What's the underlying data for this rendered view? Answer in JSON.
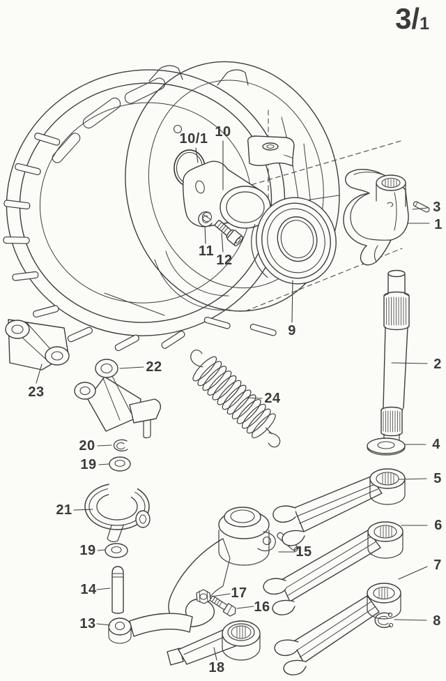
{
  "page": {
    "sheet_number": "3/1",
    "sheet_number_main": "3/",
    "sheet_number_sub": "1"
  },
  "diagram": {
    "type": "exploded-parts-illustration",
    "subject": "Clutch release mechanism with bell housing, guide tube, release bearing, release shaft and levers",
    "colors": {
      "background": "#fbfbf8",
      "line": "#3d3d3d"
    },
    "callouts": [
      {
        "part": "10/1",
        "label": "10/1"
      },
      {
        "part": "10",
        "label": "10"
      },
      {
        "part": "11",
        "label": "11"
      },
      {
        "part": "12",
        "label": "12"
      },
      {
        "part": "9",
        "label": "9"
      },
      {
        "part": "3",
        "label": "3"
      },
      {
        "part": "1",
        "label": "1"
      },
      {
        "part": "2",
        "label": "2"
      },
      {
        "part": "4",
        "label": "4"
      },
      {
        "part": "5",
        "label": "5"
      },
      {
        "part": "6",
        "label": "6"
      },
      {
        "part": "7",
        "label": "7"
      },
      {
        "part": "8",
        "label": "8"
      },
      {
        "part": "23",
        "label": "23"
      },
      {
        "part": "22",
        "label": "22"
      },
      {
        "part": "24",
        "label": "24"
      },
      {
        "part": "20",
        "label": "20"
      },
      {
        "part": "19",
        "label": "19"
      },
      {
        "part": "21",
        "label": "21"
      },
      {
        "part": "19",
        "label": "19"
      },
      {
        "part": "14",
        "label": "14"
      },
      {
        "part": "13",
        "label": "13"
      },
      {
        "part": "15",
        "label": "15"
      },
      {
        "part": "17",
        "label": "17"
      },
      {
        "part": "16",
        "label": "16"
      },
      {
        "part": "18",
        "label": "18"
      }
    ]
  }
}
